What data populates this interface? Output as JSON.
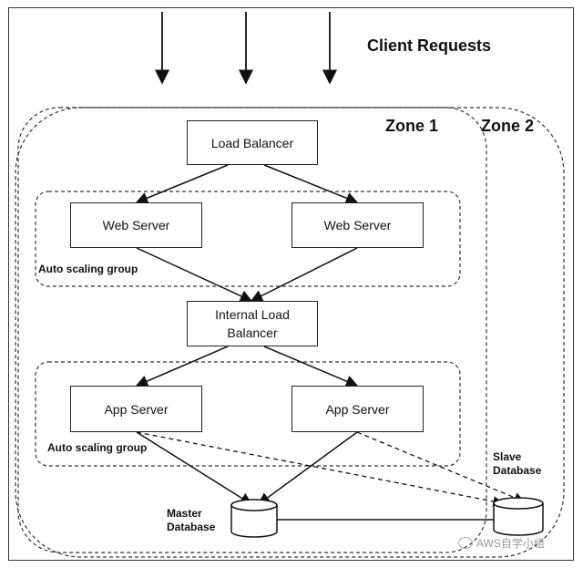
{
  "diagram": {
    "title": "Client Requests",
    "zones": [
      {
        "label": "Zone 1"
      },
      {
        "label": "Zone 2"
      }
    ],
    "nodes": {
      "load_balancer": "Load Balancer",
      "web_server_1": "Web Server",
      "web_server_2": "Web Server",
      "internal_lb": "Internal Load Balancer",
      "app_server_1": "App Server",
      "app_server_2": "App Server",
      "master_db": "Master Database",
      "slave_db": "Slave Database"
    },
    "groups": {
      "web_group": "Auto scaling group",
      "app_group": "Auto scaling group"
    },
    "edges": [
      {
        "from": "Client Requests",
        "to": "Load Balancer",
        "style": "solid",
        "count": 3
      },
      {
        "from": "Load Balancer",
        "to": "Web Server",
        "style": "solid"
      },
      {
        "from": "Load Balancer",
        "to": "Web Server",
        "style": "solid"
      },
      {
        "from": "Web Server",
        "to": "Internal Load Balancer",
        "style": "solid"
      },
      {
        "from": "Web Server",
        "to": "Internal Load Balancer",
        "style": "solid"
      },
      {
        "from": "Internal Load Balancer",
        "to": "App Server",
        "style": "solid"
      },
      {
        "from": "Internal Load Balancer",
        "to": "App Server",
        "style": "solid"
      },
      {
        "from": "App Server",
        "to": "Master Database",
        "style": "solid"
      },
      {
        "from": "App Server",
        "to": "Master Database",
        "style": "solid"
      },
      {
        "from": "App Server",
        "to": "Slave Database",
        "style": "dashed"
      },
      {
        "from": "App Server",
        "to": "Slave Database",
        "style": "dashed"
      },
      {
        "from": "Master Database",
        "to": "Slave Database",
        "style": "solid"
      }
    ],
    "watermark": "AWS自学小组"
  }
}
